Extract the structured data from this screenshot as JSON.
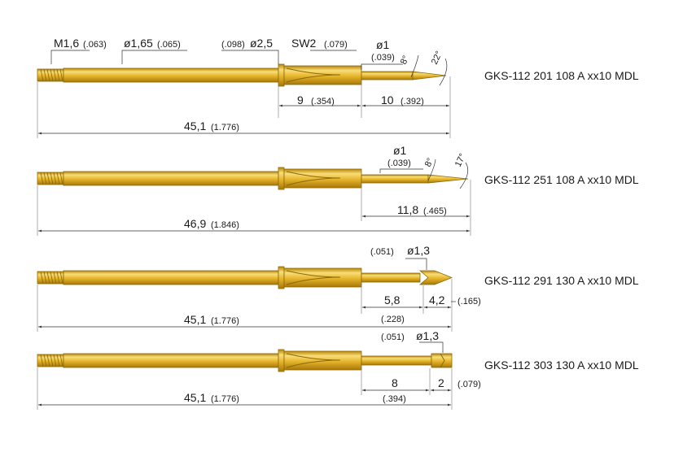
{
  "colors": {
    "gold_light": "#f6d66a",
    "gold_mid": "#e6b52c",
    "gold_dark": "#b8860b",
    "line": "#333333"
  },
  "probes": [
    {
      "part_number": "GKS-112 201 108 A xx10 MDL",
      "labels": {
        "m": "M1,6",
        "m_in": "(.063)",
        "dia_barrel": "ø1,65",
        "dia_barrel_in": "(.065)",
        "dia_collar_in": "(.098)",
        "dia_collar": "ø2,5",
        "sw": "SW2",
        "sw_in": "(.079)",
        "dia_tip": "ø1",
        "dia_tip_in": "(.039)",
        "angle1": "8°",
        "angle2": "22°",
        "len_a": "9",
        "len_a_in": "(.354)",
        "len_b": "10",
        "len_b_in": "(.392)",
        "total": "45,1",
        "total_in": "(1.776)"
      }
    },
    {
      "part_number": "GKS-112 251 108 A xx10 MDL",
      "labels": {
        "dia_tip": "ø1",
        "dia_tip_in": "(.039)",
        "angle1": "8°",
        "angle2": "17°",
        "len_tip": "11,8",
        "len_tip_in": "(.465)",
        "total": "46,9",
        "total_in": "(1.846)"
      }
    },
    {
      "part_number": "GKS-112 291 130 A xx10 MDL",
      "labels": {
        "dia_tip_in": "(.051)",
        "dia_tip": "ø1,3",
        "len_a": "5,8",
        "len_a_in": "(.228)",
        "len_b": "4,2",
        "len_b_in": "(.165)",
        "total": "45,1",
        "total_in": "(1.776)"
      }
    },
    {
      "part_number": "GKS-112 303 130 A xx10 MDL",
      "labels": {
        "dia_tip_in": "(.051)",
        "dia_tip": "ø1,3",
        "len_a": "8",
        "len_a_in": "(.394)",
        "len_b": "2",
        "len_b_in": "(.079)",
        "total": "45,1",
        "total_in": "(1.776)"
      }
    }
  ]
}
